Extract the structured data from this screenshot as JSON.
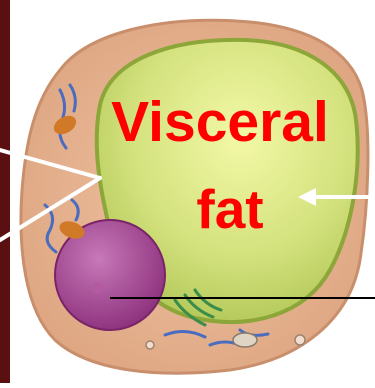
{
  "figure": {
    "label_line1": "Visceral",
    "label_line2": "fat"
  },
  "colors": {
    "background": "#ffffff",
    "left_border": "#5a1010",
    "label_text": "#ff0000",
    "cytoplasm": "#e6b08e",
    "cytoplasm_edge": "#c98f6c",
    "lipid_droplet": "#cfe07a",
    "lipid_droplet_highlight": "#eef59a",
    "lipid_droplet_edge": "#8da63a",
    "nucleus": "#a03a8e",
    "nucleus_highlight": "#c779b8",
    "organelles_blue": "#4a6cc0",
    "organelles_green": "#3c8c4a",
    "mitochondria": "#d07a28",
    "pointer_lines": "#ffffff",
    "leader_line": "#000000"
  },
  "icons": [
    "fat-cell-diagram",
    "lipid-droplet",
    "nucleus",
    "mitochondria",
    "endoplasmic-reticulum",
    "pointer-arrow"
  ]
}
